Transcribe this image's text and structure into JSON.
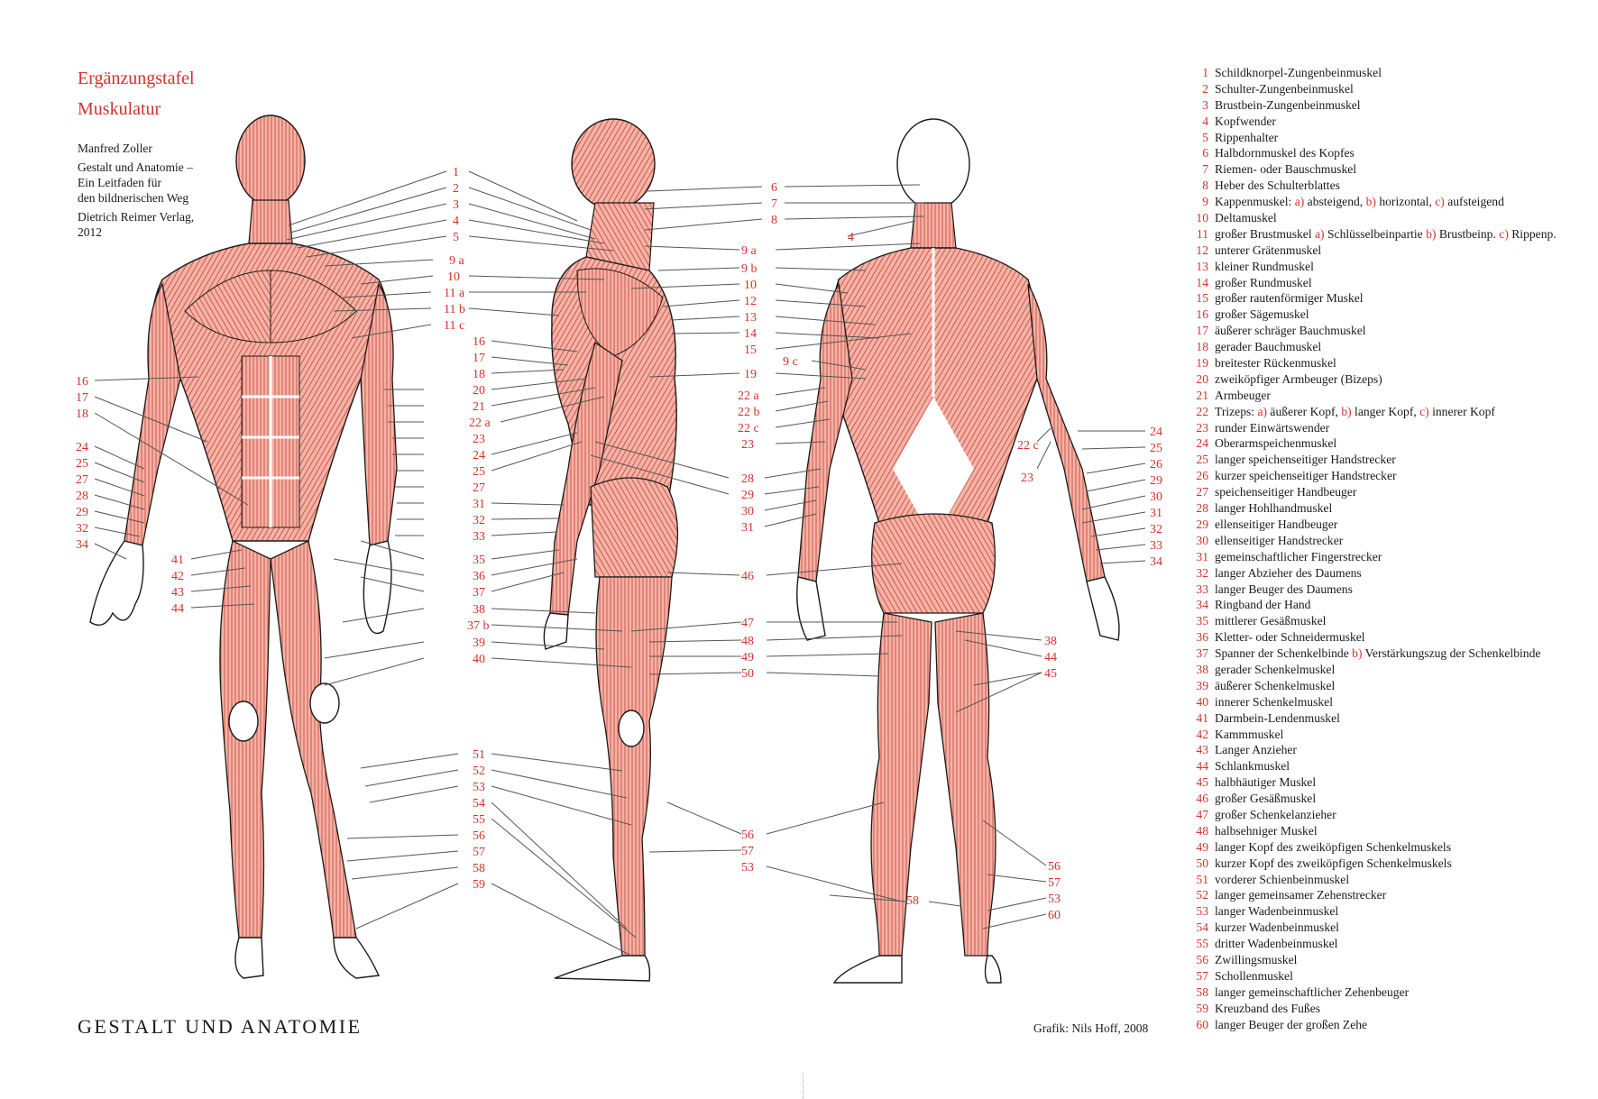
{
  "header": {
    "title_line1": "Ergänzungstafel",
    "title_line2": "Muskulatur",
    "author": "Manfred Zoller",
    "book_title": "Gestalt und Anatomie – Ein Leitfaden für den bildnerischen Weg",
    "book_title_lines": [
      "Gestalt und Anatomie –",
      "Ein Leitfaden für",
      "den bildnerischen Weg"
    ],
    "publisher": "Dietrich Reimer Verlag,",
    "year": "2012"
  },
  "footer": {
    "series_title": "GESTALT UND ANATOMIE",
    "credit": "Grafik: Nils Hoff, 2008"
  },
  "colors": {
    "accent_red": "#d2322d",
    "muscle_fill": "#e8897a",
    "text": "#1a1a1a"
  },
  "figures": {
    "front_view": {
      "left_labels": [
        "16",
        "17",
        "18",
        "24",
        "25",
        "27",
        "28",
        "29",
        "32",
        "34",
        "41",
        "42",
        "43",
        "44"
      ],
      "right_labels": [
        "1",
        "2",
        "3",
        "4",
        "5",
        "9 a",
        "10",
        "11 a",
        "11 b",
        "11 c",
        "20",
        "21",
        "22 a",
        "23",
        "24",
        "25",
        "27",
        "31",
        "32",
        "33",
        "35",
        "36",
        "37",
        "38",
        "37 b",
        "39",
        "40",
        "51",
        "52",
        "53",
        "54",
        "55",
        "56",
        "57",
        "58",
        "59"
      ]
    },
    "side_view": {
      "left_labels": [
        "16",
        "17",
        "18",
        "20",
        "21",
        "22 a",
        "23",
        "24",
        "25",
        "27",
        "31",
        "32",
        "33",
        "35",
        "36",
        "37",
        "38",
        "37 b",
        "39",
        "40",
        "51",
        "52",
        "53",
        "54",
        "55",
        "56",
        "57",
        "58",
        "59"
      ],
      "right_labels": [
        "6",
        "7",
        "8",
        "9 a",
        "9 b",
        "10",
        "12",
        "13",
        "14",
        "15",
        "19",
        "28",
        "29",
        "30",
        "31",
        "46",
        "47",
        "48",
        "49",
        "50",
        "56",
        "57",
        "53"
      ]
    },
    "back_view": {
      "left_labels": [
        "4",
        "9 c",
        "22 a",
        "22 b",
        "22 c",
        "23",
        "28",
        "29",
        "30",
        "31",
        "47",
        "48",
        "49",
        "50",
        "56",
        "57",
        "53",
        "58"
      ],
      "right_labels": [
        "22 c",
        "23",
        "24",
        "25",
        "26",
        "29",
        "30",
        "31",
        "32",
        "33",
        "34",
        "38",
        "44",
        "45",
        "56",
        "57",
        "53",
        "60"
      ]
    }
  },
  "legend": [
    {
      "n": "1",
      "parts": [
        {
          "t": "Schildknorpel-Zungenbeinmuskel"
        }
      ]
    },
    {
      "n": "2",
      "parts": [
        {
          "t": "Schulter-Zungenbeinmuskel"
        }
      ]
    },
    {
      "n": "3",
      "parts": [
        {
          "t": "Brustbein-Zungenbeinmuskel"
        }
      ]
    },
    {
      "n": "4",
      "parts": [
        {
          "t": "Kopfwender"
        }
      ]
    },
    {
      "n": "5",
      "parts": [
        {
          "t": "Rippenhalter"
        }
      ]
    },
    {
      "n": "6",
      "parts": [
        {
          "t": "Halbdornmuskel des Kopfes"
        }
      ]
    },
    {
      "n": "7",
      "parts": [
        {
          "t": "Riemen- oder Bauschmuskel"
        }
      ]
    },
    {
      "n": "8",
      "parts": [
        {
          "t": "Heber des Schulterblattes"
        }
      ]
    },
    {
      "n": "9",
      "parts": [
        {
          "t": "Kappenmuskel: "
        },
        {
          "t": "a)",
          "sub": true
        },
        {
          "t": " absteigend, "
        },
        {
          "t": "b)",
          "sub": true
        },
        {
          "t": " horizontal, "
        },
        {
          "t": "c)",
          "sub": true
        },
        {
          "t": " aufsteigend"
        }
      ]
    },
    {
      "n": "10",
      "parts": [
        {
          "t": "Deltamuskel"
        }
      ]
    },
    {
      "n": "11",
      "parts": [
        {
          "t": "großer Brustmuskel "
        },
        {
          "t": "a)",
          "sub": true
        },
        {
          "t": " Schlüsselbeinpartie "
        },
        {
          "t": "b)",
          "sub": true
        },
        {
          "t": " Brustbeinp. "
        },
        {
          "t": "c)",
          "sub": true
        },
        {
          "t": " Rippenp."
        }
      ]
    },
    {
      "n": "12",
      "parts": [
        {
          "t": "unterer Grätenmuskel"
        }
      ]
    },
    {
      "n": "13",
      "parts": [
        {
          "t": "kleiner Rundmuskel"
        }
      ]
    },
    {
      "n": "14",
      "parts": [
        {
          "t": "großer Rundmuskel"
        }
      ]
    },
    {
      "n": "15",
      "parts": [
        {
          "t": "großer rautenförmiger Muskel"
        }
      ]
    },
    {
      "n": "16",
      "parts": [
        {
          "t": "großer Sägemuskel"
        }
      ]
    },
    {
      "n": "17",
      "parts": [
        {
          "t": "äußerer schräger Bauchmuskel"
        }
      ]
    },
    {
      "n": "18",
      "parts": [
        {
          "t": "gerader Bauchmuskel"
        }
      ]
    },
    {
      "n": "19",
      "parts": [
        {
          "t": "breitester Rückenmuskel"
        }
      ]
    },
    {
      "n": "20",
      "parts": [
        {
          "t": "zweiköpfiger Armbeuger (Bizeps)"
        }
      ]
    },
    {
      "n": "21",
      "parts": [
        {
          "t": "Armbeuger"
        }
      ]
    },
    {
      "n": "22",
      "parts": [
        {
          "t": "Trizeps: "
        },
        {
          "t": "a)",
          "sub": true
        },
        {
          "t": " äußerer Kopf, "
        },
        {
          "t": "b)",
          "sub": true
        },
        {
          "t": " langer Kopf, "
        },
        {
          "t": "c)",
          "sub": true
        },
        {
          "t": " innerer Kopf"
        }
      ]
    },
    {
      "n": "23",
      "parts": [
        {
          "t": "runder Einwärtswender"
        }
      ]
    },
    {
      "n": "24",
      "parts": [
        {
          "t": "Oberarmspeichenmuskel"
        }
      ]
    },
    {
      "n": "25",
      "parts": [
        {
          "t": "langer speichenseitiger Handstrecker"
        }
      ]
    },
    {
      "n": "26",
      "parts": [
        {
          "t": "kurzer speichenseitiger Handstrecker"
        }
      ]
    },
    {
      "n": "27",
      "parts": [
        {
          "t": "speichenseitiger Handbeuger"
        }
      ]
    },
    {
      "n": "28",
      "parts": [
        {
          "t": "langer Hohlhandmuskel"
        }
      ]
    },
    {
      "n": "29",
      "parts": [
        {
          "t": "ellenseitiger Handbeuger"
        }
      ]
    },
    {
      "n": "30",
      "parts": [
        {
          "t": "ellenseitiger Handstrecker"
        }
      ]
    },
    {
      "n": "31",
      "parts": [
        {
          "t": "gemeinschaftlicher Fingerstrecker"
        }
      ]
    },
    {
      "n": "32",
      "parts": [
        {
          "t": "langer Abzieher des Daumens"
        }
      ]
    },
    {
      "n": "33",
      "parts": [
        {
          "t": "langer Beuger des Daumens"
        }
      ]
    },
    {
      "n": "34",
      "parts": [
        {
          "t": "Ringband der Hand"
        }
      ]
    },
    {
      "n": "35",
      "parts": [
        {
          "t": "mittlerer Gesäßmuskel"
        }
      ]
    },
    {
      "n": "36",
      "parts": [
        {
          "t": "Kletter- oder Schneidermuskel"
        }
      ]
    },
    {
      "n": "37",
      "parts": [
        {
          "t": "Spanner der Schenkelbinde "
        },
        {
          "t": "b)",
          "sub": true
        },
        {
          "t": " Verstärkungszug der Schenkelbinde"
        }
      ]
    },
    {
      "n": "38",
      "parts": [
        {
          "t": "gerader Schenkelmuskel"
        }
      ]
    },
    {
      "n": "39",
      "parts": [
        {
          "t": "äußerer Schenkelmuskel"
        }
      ]
    },
    {
      "n": "40",
      "parts": [
        {
          "t": "innerer Schenkelmuskel"
        }
      ]
    },
    {
      "n": "41",
      "parts": [
        {
          "t": "Darmbein-Lendenmuskel"
        }
      ]
    },
    {
      "n": "42",
      "parts": [
        {
          "t": "Kammmuskel"
        }
      ]
    },
    {
      "n": "43",
      "parts": [
        {
          "t": "Langer Anzieher"
        }
      ]
    },
    {
      "n": "44",
      "parts": [
        {
          "t": "Schlankmuskel"
        }
      ]
    },
    {
      "n": "45",
      "parts": [
        {
          "t": "halbhäutiger Muskel"
        }
      ]
    },
    {
      "n": "46",
      "parts": [
        {
          "t": "großer Gesäßmuskel"
        }
      ]
    },
    {
      "n": "47",
      "parts": [
        {
          "t": "großer Schenkelanzieher"
        }
      ]
    },
    {
      "n": "48",
      "parts": [
        {
          "t": "halbsehniger Muskel"
        }
      ]
    },
    {
      "n": "49",
      "parts": [
        {
          "t": "langer Kopf des zweiköpfigen Schenkelmuskels"
        }
      ]
    },
    {
      "n": "50",
      "parts": [
        {
          "t": "kurzer Kopf des zweiköpfigen Schenkelmuskels"
        }
      ]
    },
    {
      "n": "51",
      "parts": [
        {
          "t": "vorderer Schienbeinmuskel"
        }
      ]
    },
    {
      "n": "52",
      "parts": [
        {
          "t": "langer gemeinsamer Zehenstrecker"
        }
      ]
    },
    {
      "n": "53",
      "parts": [
        {
          "t": "langer Wadenbeinmuskel"
        }
      ]
    },
    {
      "n": "54",
      "parts": [
        {
          "t": "kurzer Wadenbeinmuskel"
        }
      ]
    },
    {
      "n": "55",
      "parts": [
        {
          "t": "dritter Wadenbeinmuskel"
        }
      ]
    },
    {
      "n": "56",
      "parts": [
        {
          "t": "Zwillingsmuskel"
        }
      ]
    },
    {
      "n": "57",
      "parts": [
        {
          "t": "Schollenmuskel"
        }
      ]
    },
    {
      "n": "58",
      "parts": [
        {
          "t": "langer gemeinschaftlicher Zehenbeuger"
        }
      ]
    },
    {
      "n": "59",
      "parts": [
        {
          "t": "Kreuzband des Fußes"
        }
      ]
    },
    {
      "n": "60",
      "parts": [
        {
          "t": "langer Beuger der großen Zehe"
        }
      ]
    }
  ]
}
